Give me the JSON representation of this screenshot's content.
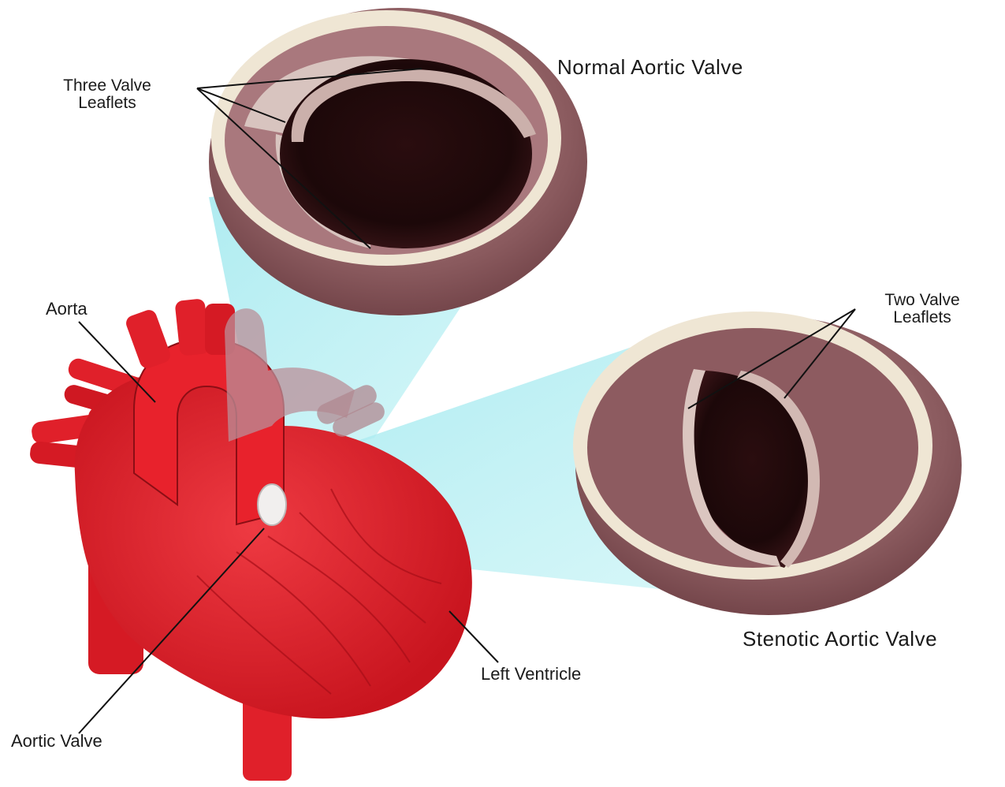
{
  "titles": {
    "normal": "Normal Aortic Valve",
    "stenotic": "Stenotic Aortic Valve"
  },
  "labels": {
    "three_leaflets_line1": "Three Valve",
    "three_leaflets_line2": "Leaflets",
    "two_leaflets_line1": "Two Valve",
    "two_leaflets_line2": "Leaflets",
    "aorta": "Aorta",
    "aortic_valve": "Aortic Valve",
    "left_ventricle": "Left Ventricle"
  },
  "colors": {
    "heart_red": "#e0202a",
    "heart_dark": "#b8121c",
    "beam_cyan": "#a9ecf1",
    "valve_rim": "#efe6d4",
    "valve_tissue": "#8a5a5e",
    "valve_lumen": "#1f0b0c"
  }
}
